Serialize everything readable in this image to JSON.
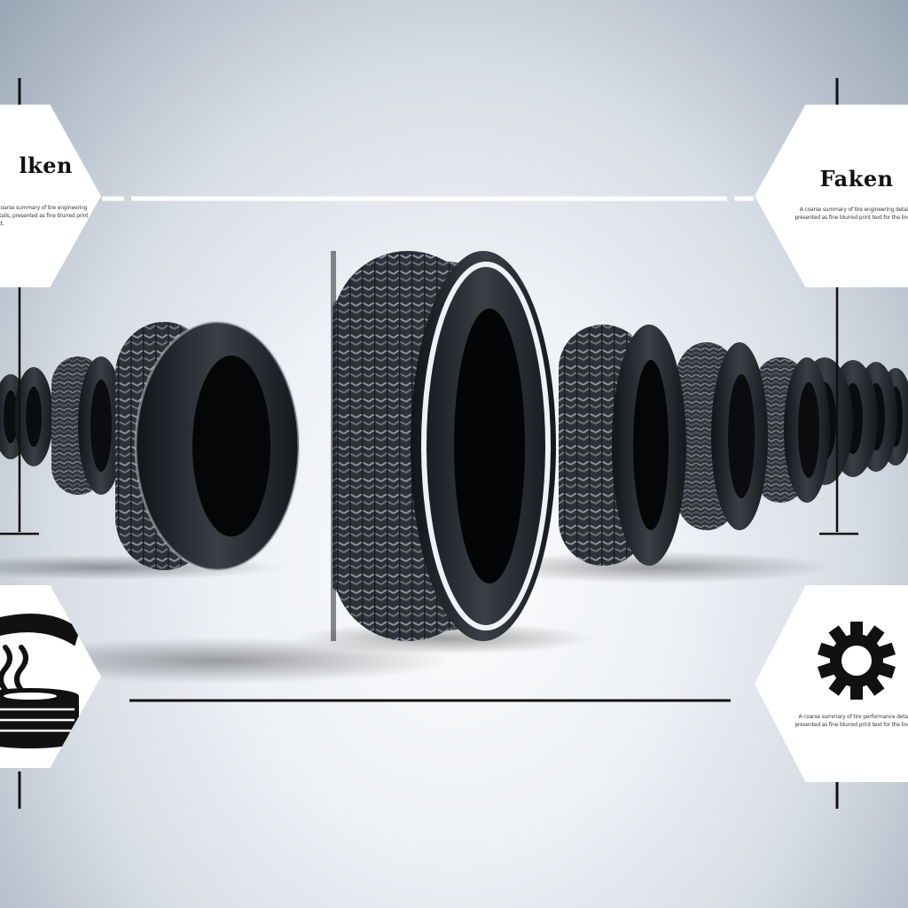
{
  "panels": {
    "left_top": {
      "brand": "lken",
      "blurb": "A coarse summary of tire engineering details, presented as fine blurred print text."
    },
    "right_top": {
      "brand": "Faken",
      "blurb": "A coarse summary of tire engineering details, presented as fine blurred print text for the lineup."
    },
    "right_bottom": {
      "blurb": "A coarse summary of tire performance details, presented as fine blurred print text for the lineup."
    }
  },
  "icons": {
    "left_bottom": "heated-tire-stack-icon",
    "right_bottom": "gear-icon"
  },
  "colors": {
    "tire": "#1c1f24",
    "tread": "#3a3f47",
    "background": "#eef1f5",
    "hex_fill": "#ffffff",
    "line": "#111111"
  }
}
